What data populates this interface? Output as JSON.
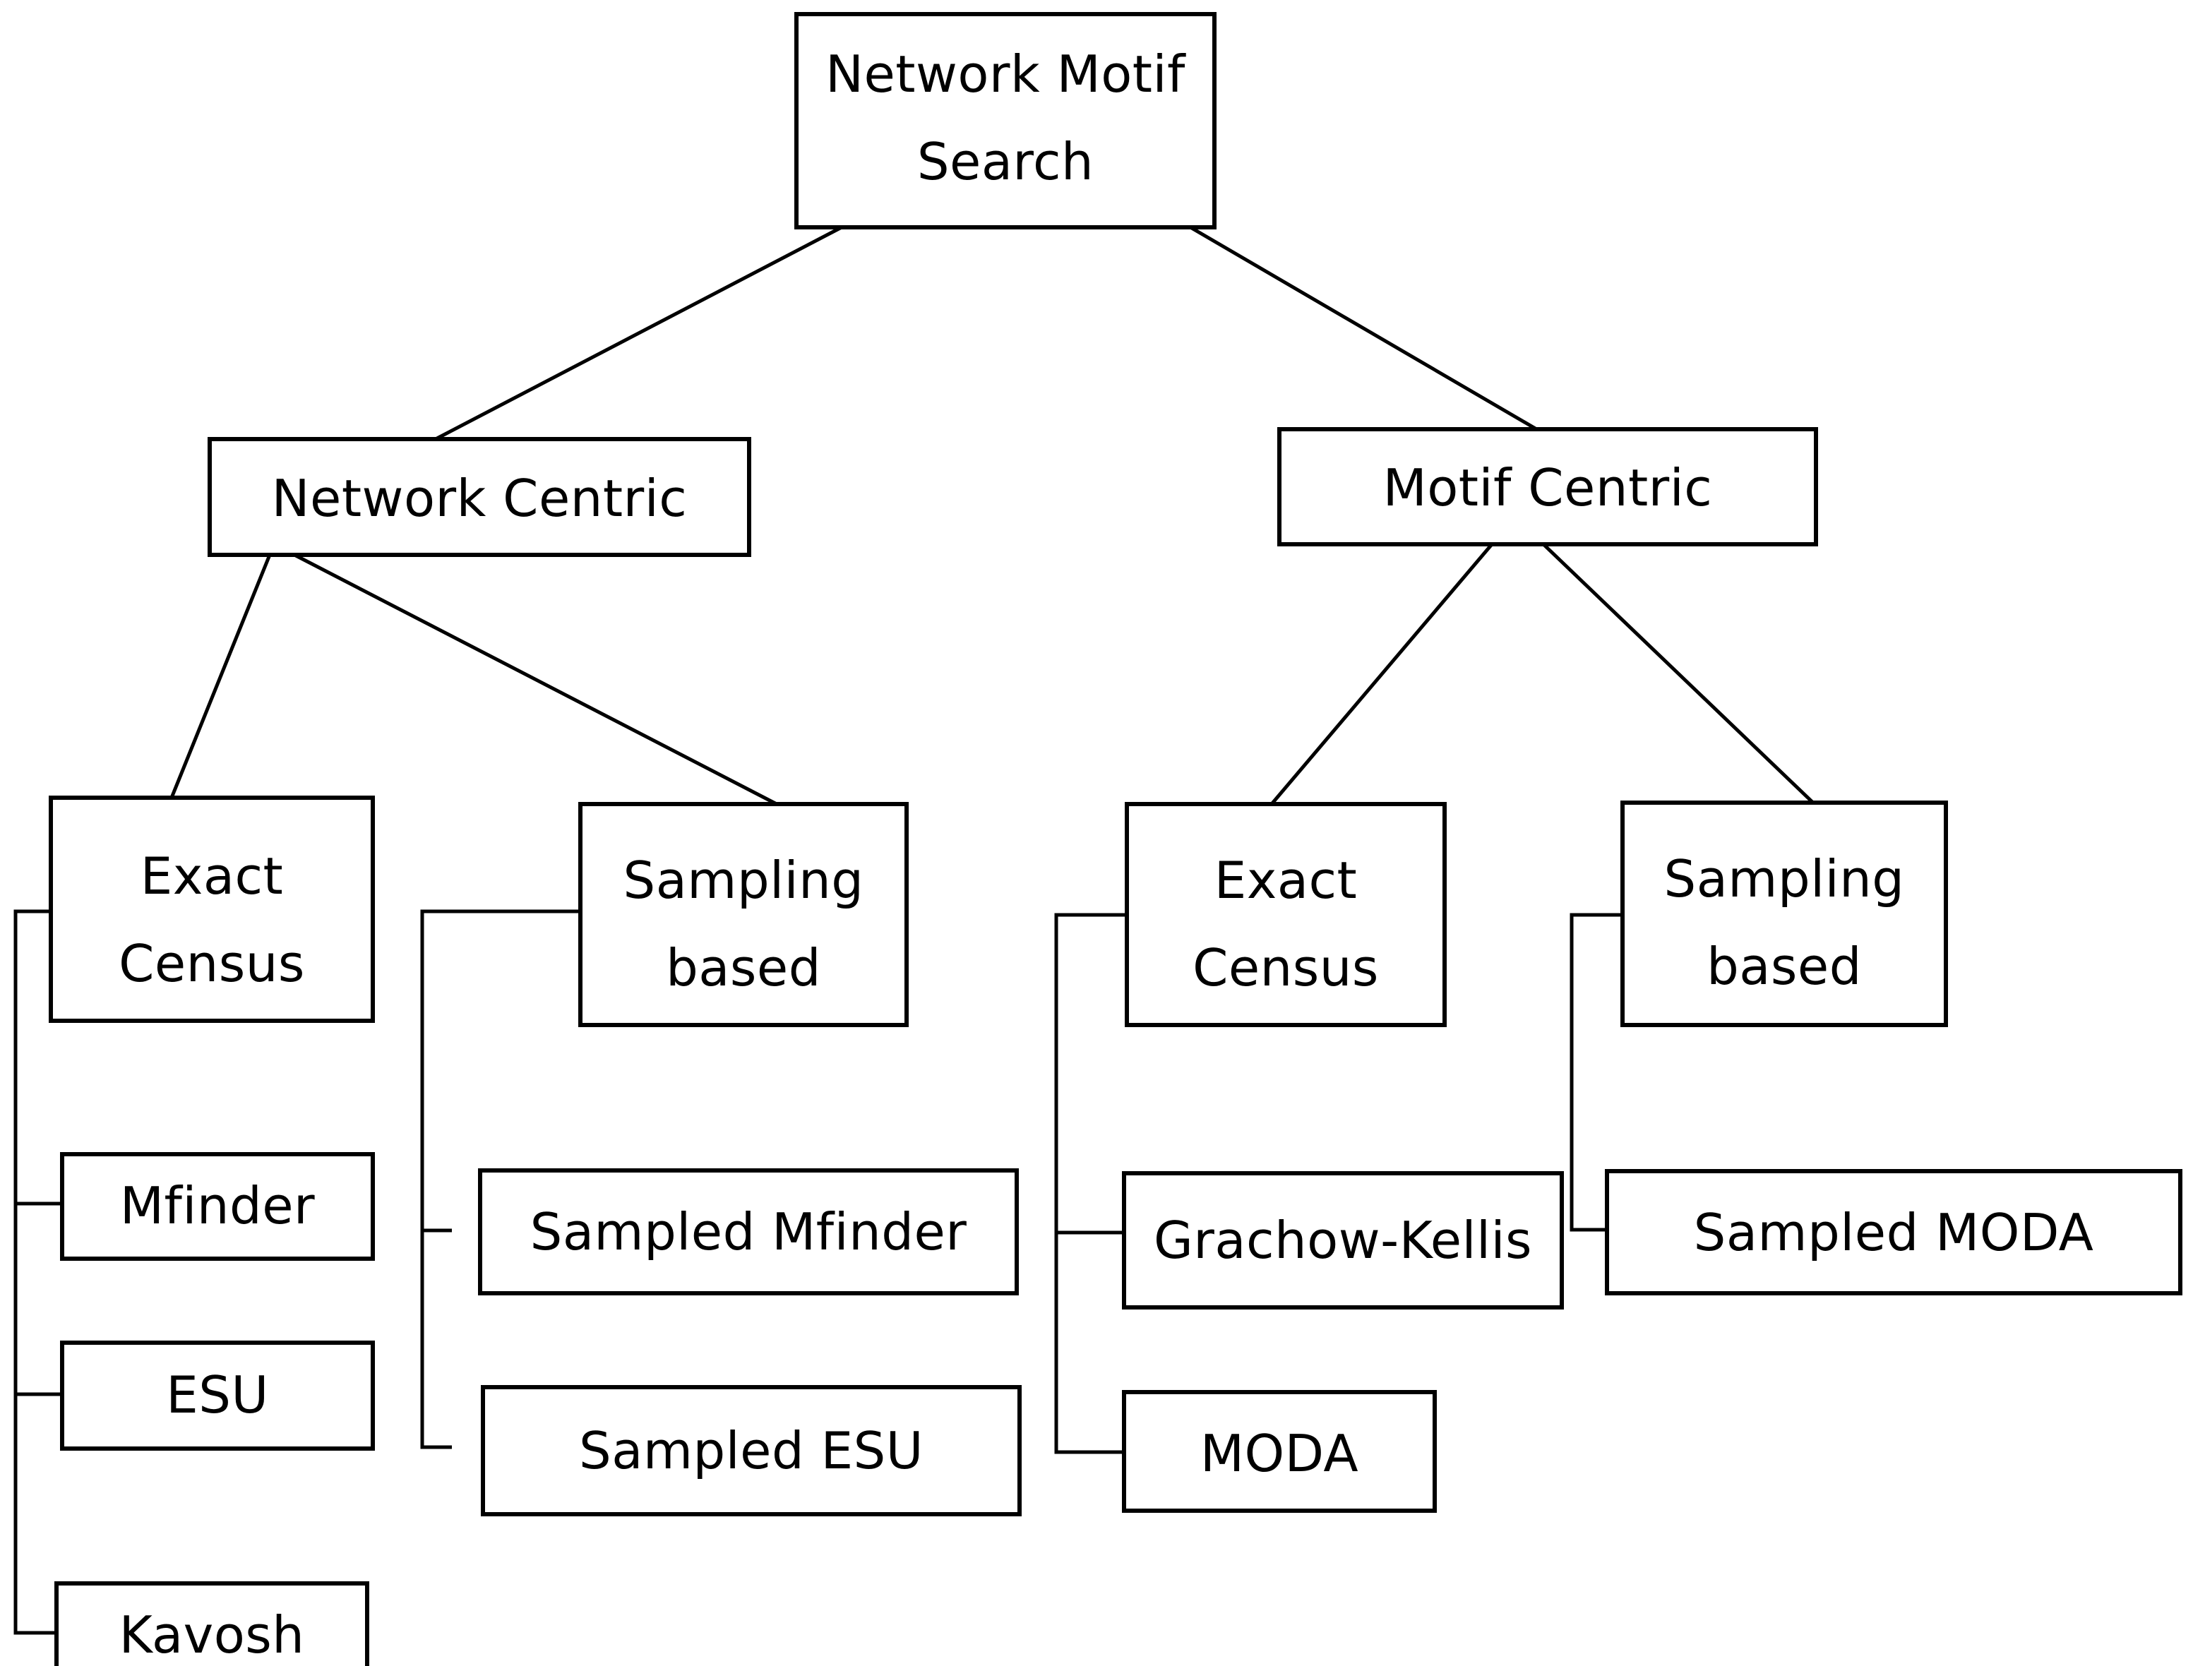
{
  "diagram": {
    "type": "tree-taxonomy",
    "title": "Network Motif Search",
    "background_color": "#ffffff",
    "line_color": "#000000",
    "text_color": "#000000",
    "levels": [
      {
        "level": 0,
        "nodes": [
          {
            "id": "root",
            "label_lines": [
              "Network Motif",
              "Search"
            ]
          }
        ]
      },
      {
        "level": 1,
        "nodes": [
          {
            "id": "network_centric",
            "label_lines": [
              "Network Centric"
            ]
          },
          {
            "id": "motif_centric",
            "label_lines": [
              "Motif Centric"
            ]
          }
        ]
      },
      {
        "level": 2,
        "nodes": [
          {
            "id": "nc_exact",
            "label_lines": [
              "Exact",
              "Census"
            ]
          },
          {
            "id": "nc_sampling",
            "label_lines": [
              "Sampling",
              "based"
            ]
          },
          {
            "id": "mc_exact",
            "label_lines": [
              "Exact",
              "Census"
            ]
          },
          {
            "id": "mc_sampling",
            "label_lines": [
              "Sampling",
              "based"
            ]
          }
        ]
      },
      {
        "level": 3,
        "nodes": [
          {
            "id": "mfinder",
            "label_lines": [
              "Mfinder"
            ]
          },
          {
            "id": "esu",
            "label_lines": [
              "ESU"
            ]
          },
          {
            "id": "kavosh",
            "label_lines": [
              "Kavosh"
            ]
          },
          {
            "id": "sampled_mfinder",
            "label_lines": [
              "Sampled Mfinder"
            ]
          },
          {
            "id": "sampled_esu",
            "label_lines": [
              "Sampled ESU"
            ]
          },
          {
            "id": "grachow_kellis",
            "label_lines": [
              "Grachow-Kellis"
            ]
          },
          {
            "id": "moda",
            "label_lines": [
              "MODA"
            ]
          },
          {
            "id": "sampled_moda",
            "label_lines": [
              "Sampled MODA"
            ]
          }
        ]
      }
    ],
    "edges": [
      {
        "from": "root",
        "to": "network_centric",
        "style": "diagonal"
      },
      {
        "from": "root",
        "to": "motif_centric",
        "style": "diagonal"
      },
      {
        "from": "network_centric",
        "to": "nc_exact",
        "style": "diagonal"
      },
      {
        "from": "network_centric",
        "to": "nc_sampling",
        "style": "diagonal"
      },
      {
        "from": "motif_centric",
        "to": "mc_exact",
        "style": "diagonal"
      },
      {
        "from": "motif_centric",
        "to": "mc_sampling",
        "style": "diagonal"
      },
      {
        "from": "nc_exact",
        "to": "mfinder",
        "style": "orthogonal-rail"
      },
      {
        "from": "nc_exact",
        "to": "esu",
        "style": "orthogonal-rail"
      },
      {
        "from": "nc_exact",
        "to": "kavosh",
        "style": "orthogonal-rail"
      },
      {
        "from": "nc_sampling",
        "to": "sampled_mfinder",
        "style": "orthogonal-rail"
      },
      {
        "from": "nc_sampling",
        "to": "sampled_esu",
        "style": "orthogonal-rail"
      },
      {
        "from": "mc_exact",
        "to": "grachow_kellis",
        "style": "orthogonal-rail"
      },
      {
        "from": "mc_exact",
        "to": "moda",
        "style": "orthogonal-rail"
      },
      {
        "from": "mc_sampling",
        "to": "sampled_moda",
        "style": "orthogonal-rail"
      }
    ]
  },
  "nodes": {
    "root": {
      "line1": "Network Motif",
      "line2": "Search"
    },
    "network_centric": {
      "line1": "Network Centric"
    },
    "motif_centric": {
      "line1": "Motif Centric"
    },
    "nc_exact": {
      "line1": "Exact",
      "line2": "Census"
    },
    "nc_sampling": {
      "line1": "Sampling",
      "line2": "based"
    },
    "mc_exact": {
      "line1": "Exact",
      "line2": "Census"
    },
    "mc_sampling": {
      "line1": "Sampling",
      "line2": "based"
    },
    "mfinder": {
      "line1": "Mfinder"
    },
    "esu": {
      "line1": "ESU"
    },
    "kavosh": {
      "line1": "Kavosh"
    },
    "sampled_mfinder": {
      "line1": "Sampled Mfinder"
    },
    "sampled_esu": {
      "line1": "Sampled ESU"
    },
    "grachow_kellis": {
      "line1": "Grachow-Kellis"
    },
    "moda": {
      "line1": "MODA"
    },
    "sampled_moda": {
      "line1": "Sampled MODA"
    }
  }
}
